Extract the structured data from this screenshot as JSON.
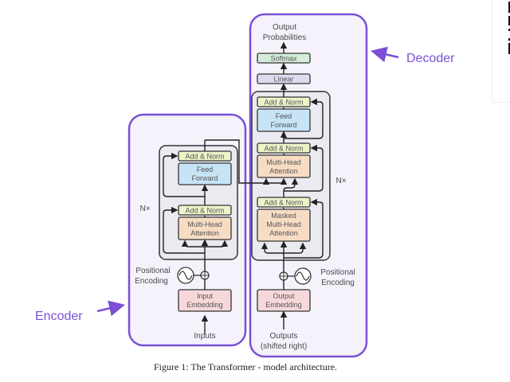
{
  "colors": {
    "accent": "#7b4fd6",
    "panel_fill": "#f5f2fc",
    "stack_fill": "#ebeaf0",
    "add_norm": "#eef2c8",
    "feed_forward": "#c6e4f5",
    "attention": "#f7dcc4",
    "embedding": "#f6d8da",
    "softmax": "#d4ecd8",
    "linear": "#dcdcf0"
  },
  "annotations": {
    "encoder": "Encoder",
    "decoder": "Decoder"
  },
  "encoder": {
    "nx": "N×",
    "add_norm_top": "Add & Norm",
    "feed_forward": [
      "Feed",
      "Forward"
    ],
    "add_norm_bottom": "Add & Norm",
    "attention": [
      "Multi-Head",
      "Attention"
    ],
    "positional_encoding": [
      "Positional",
      "Encoding"
    ],
    "embedding": [
      "Input",
      "Embedding"
    ],
    "input_label": "Inputs"
  },
  "decoder": {
    "output_label": [
      "Output",
      "Probabilities"
    ],
    "softmax": "Softmax",
    "linear": "Linear",
    "nx": "N×",
    "add_norm_1": "Add & Norm",
    "feed_forward": [
      "Feed",
      "Forward"
    ],
    "add_norm_2": "Add & Norm",
    "attention": [
      "Multi-Head",
      "Attention"
    ],
    "add_norm_3": "Add & Norm",
    "masked_attention": [
      "Masked",
      "Multi-Head",
      "Attention"
    ],
    "positional_encoding": [
      "Positional",
      "Encoding"
    ],
    "embedding": [
      "Output",
      "Embedding"
    ],
    "input_label": [
      "Outputs",
      "(shifted right)"
    ]
  },
  "caption": "Figure 1: The Transformer - model architecture."
}
